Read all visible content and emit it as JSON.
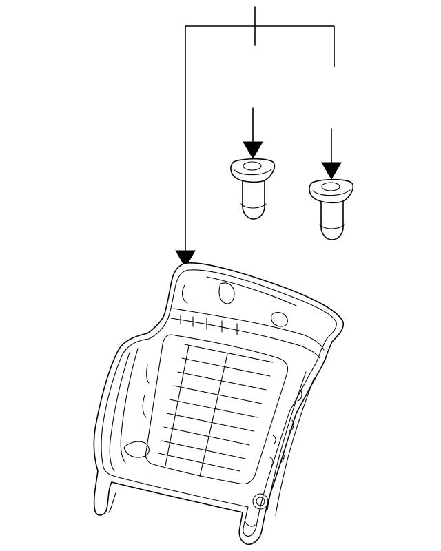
{
  "diagram": {
    "kind": "exploded-parts-diagram",
    "callout_labels": [],
    "parts": [
      {
        "id": "seat-back-frame",
        "icon": "seat-back-frame-icon"
      },
      {
        "id": "headrest-guide-left",
        "icon": "headrest-guide-icon"
      },
      {
        "id": "headrest-guide-right",
        "icon": "headrest-guide-icon"
      }
    ],
    "colors": {
      "line": "#000000",
      "background": "#ffffff"
    }
  }
}
